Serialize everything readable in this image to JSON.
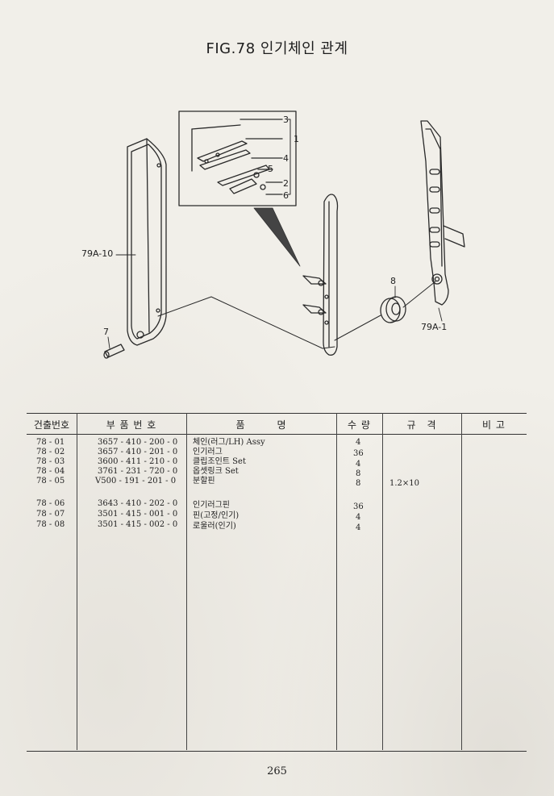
{
  "title": "FIG.78 인기체인 관계",
  "callouts": {
    "c1": "1",
    "c2": "2",
    "c3": "3",
    "c4": "4",
    "c5": "5",
    "c6": "6",
    "c7": "7",
    "c8": "8",
    "c79a10": "79A-10",
    "c79a1": "79A-1"
  },
  "table": {
    "headers": [
      "건출번호",
      "부 품 번 호",
      "품　　　명",
      "수 량",
      "규　격",
      "비 고"
    ],
    "rows": [
      {
        "no": "78 - 01",
        "part": "3657 - 410 - 200 - 0",
        "name": "체인(러그/LH) Assy",
        "qty": "4",
        "spec": ""
      },
      {
        "no": "78 - 02",
        "part": "3657 - 410 - 201 - 0",
        "name": "인기러그",
        "qty": "36",
        "spec": ""
      },
      {
        "no": "78 - 03",
        "part": "3600 - 411 - 210 - 0",
        "name": "클립조인트 Set",
        "qty": "4",
        "spec": ""
      },
      {
        "no": "78 - 04",
        "part": "3761 - 231 - 720 - 0",
        "name": "옵셋링크 Set",
        "qty": "8",
        "spec": ""
      },
      {
        "no": "78 - 05",
        "part": "V500 - 191 - 201 - 0",
        "name": "분할핀",
        "qty": "8",
        "spec": "1.2×10"
      },
      {
        "no": "78 - 06",
        "part": "3643 - 410 - 202 - 0",
        "name": "인기러그핀",
        "qty": "36",
        "spec": ""
      },
      {
        "no": "78 - 07",
        "part": "3501 - 415 - 001 - 0",
        "name": "핀(고정/인기)",
        "qty": "4",
        "spec": ""
      },
      {
        "no": "78 - 08",
        "part": "3501 - 415 - 002 - 0",
        "name": "로울러(인기)",
        "qty": "4",
        "spec": ""
      }
    ]
  },
  "page_number": "265"
}
